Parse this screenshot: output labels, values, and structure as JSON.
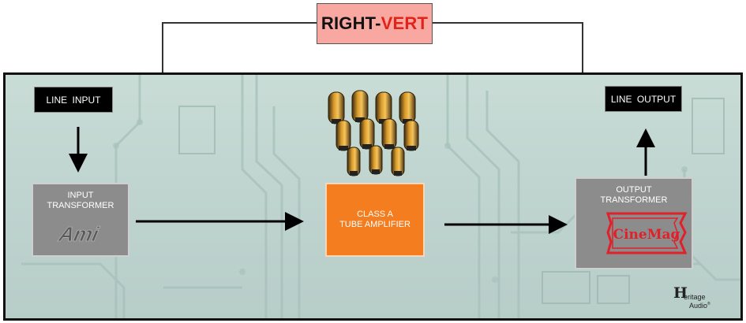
{
  "title": {
    "part1": "RIGHT-",
    "part2": "VERT"
  },
  "nodes": {
    "line_input": "LINE  INPUT",
    "line_output": "LINE  OUTPUT",
    "input_transformer": [
      "INPUT",
      "TRANSFORMER"
    ],
    "input_transformer_logo": "Ami",
    "class_a_amp": [
      "CLASS A",
      "TUBE AMPLIFIER"
    ],
    "output_transformer": [
      "OUTPUT",
      "TRANSFORMER"
    ],
    "output_transformer_logo": "CineMag"
  },
  "brand": {
    "top": "eritage",
    "bottom": "Audio",
    "mark": "®",
    "icon": "H"
  },
  "colors": {
    "title_bg": "#f8a7a1",
    "title_accent": "#e2231a",
    "amp_box": "#f37d1f",
    "transformer_box": "#8c8c8c",
    "cinemag_red": "#e0202a"
  }
}
